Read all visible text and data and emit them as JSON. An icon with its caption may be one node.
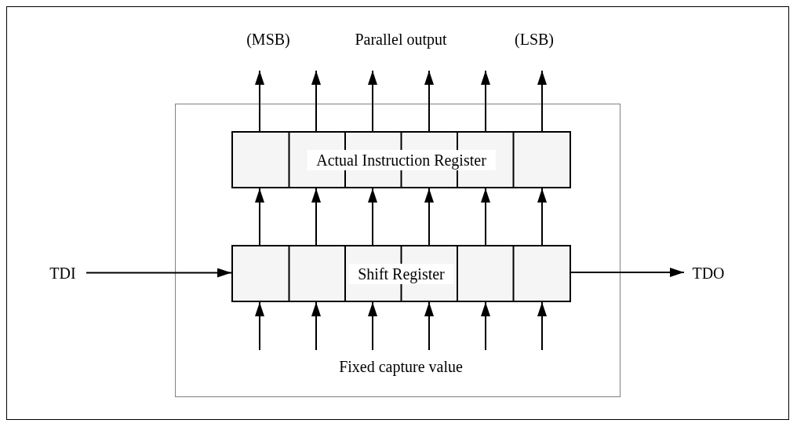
{
  "diagram": {
    "nodes": [
      {
        "text": [],
        "shape": "box"
      },
      {
        "text": [
          "Actual Instruction Register"
        ],
        "in": 0
      },
      {
        "text": [
          "TDI"
        ]
      },
      {
        "text": [
          "Shift Register"
        ],
        "in": 0
      },
      {
        "text": [
          "TDO"
        ]
      }
    ],
    "edges": [
      {
        "from": 1,
        "to": null,
        "arrow": "to"
      },
      {
        "from": 1,
        "to": null,
        "arrow": "to"
      },
      {
        "from": 1,
        "to": null,
        "arrow": "to"
      },
      {
        "from": 1,
        "to": null,
        "arrow": "to"
      },
      {
        "from": 1,
        "to": null,
        "arrow": "to"
      },
      {
        "from": 1,
        "to": null,
        "arrow": "to"
      },
      {
        "from": 3,
        "to": 1,
        "arrow": "to"
      },
      {
        "from": 3,
        "to": 1,
        "arrow": "to"
      },
      {
        "from": 3,
        "to": 1,
        "arrow": "to"
      },
      {
        "from": 3,
        "to": 1,
        "arrow": "to"
      },
      {
        "from": 3,
        "to": 1,
        "arrow": "to"
      },
      {
        "from": 3,
        "to": 1,
        "arrow": "to"
      },
      {
        "from": 2,
        "to": 3,
        "arrow": "to"
      },
      {
        "from": 3,
        "to": 4,
        "arrow": "to"
      },
      {
        "from": null,
        "to": 3,
        "arrow": "to"
      },
      {
        "from": null,
        "to": 3,
        "arrow": "to"
      },
      {
        "from": null,
        "to": 3,
        "arrow": "to"
      },
      {
        "from": null,
        "to": 3,
        "arrow": "to"
      },
      {
        "from": null,
        "to": 3,
        "arrow": "to"
      },
      {
        "from": null,
        "to": 3,
        "arrow": "to"
      }
    ],
    "labels": [
      "(MSB)",
      "Parallel output",
      "(LSB)",
      "Fixed capture value"
    ]
  }
}
